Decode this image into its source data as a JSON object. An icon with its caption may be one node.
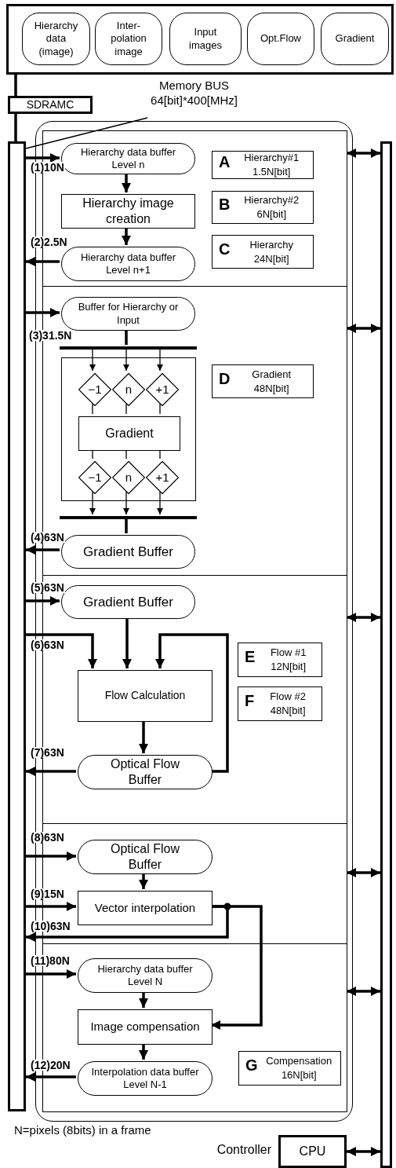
{
  "diagram": {
    "nodes": [
      {
        "text": [],
        "shape": "box"
      },
      {
        "text": [
          "Hierarchy data (image)"
        ],
        "in": 0
      },
      {
        "text": [
          "Inter-polation image"
        ],
        "in": 0
      },
      {
        "text": [
          "Input images"
        ],
        "in": 0
      },
      {
        "text": [
          "Opt.Flow"
        ],
        "in": 0
      },
      {
        "text": [
          "Gradient"
        ],
        "in": 0
      },
      {
        "text": [
          "SDRAMC"
        ]
      },
      {
        "text": [
          "Memory BUS",
          "64[bit]*400[MHz]"
        ]
      },
      {
        "text": [],
        "shape": "bar"
      },
      {
        "text": [],
        "shape": "box"
      },
      {
        "text": [],
        "shape": "box",
        "in": 9
      },
      {
        "text": [],
        "shape": "bar"
      },
      {
        "text": [
          "Hierarchy data buffer Level n"
        ],
        "in": 10
      },
      {
        "text": [
          "Hierarchy image creation"
        ],
        "in": 10
      },
      {
        "text": [
          "Hierarchy data buffer Level n+1"
        ],
        "in": 10
      },
      {
        "text": [
          "A",
          "Hierarchy#1 1.5N[bit]"
        ],
        "in": 10
      },
      {
        "text": [
          "B",
          "Hierarchy#2 6N[bit]"
        ],
        "in": 10
      },
      {
        "text": [
          "C",
          "Hierarchy 24N[bit]"
        ],
        "in": 10
      },
      {
        "text": [
          "Buffer for Hierarchy or Input"
        ],
        "in": 10
      },
      {
        "text": [],
        "shape": "bar",
        "in": 10
      },
      {
        "text": [],
        "shape": "box",
        "in": 10
      },
      {
        "text": [
          "−1"
        ],
        "in": 20
      },
      {
        "text": [
          "n"
        ],
        "in": 20
      },
      {
        "text": [
          "+1"
        ],
        "in": 20
      },
      {
        "text": [
          "Gradient"
        ],
        "in": 20
      },
      {
        "text": [
          "−1"
        ],
        "in": 20
      },
      {
        "text": [
          "n"
        ],
        "in": 20
      },
      {
        "text": [
          "+1"
        ],
        "in": 20
      },
      {
        "text": [],
        "shape": "bar",
        "in": 10
      },
      {
        "text": [
          "Gradient Buffer"
        ],
        "in": 10
      },
      {
        "text": [
          "D",
          "Gradient 48N[bit]"
        ],
        "in": 10
      },
      {
        "text": [
          "Gradient Buffer"
        ],
        "in": 10
      },
      {
        "text": [
          "Flow Calculation"
        ],
        "in": 10
      },
      {
        "text": [
          "E",
          "Flow #1 12N[bit]"
        ],
        "in": 10
      },
      {
        "text": [
          "F",
          "Flow #2 48N[bit]"
        ],
        "in": 10
      },
      {
        "text": [
          "Optical Flow Buffer"
        ],
        "in": 10
      },
      {
        "text": [
          "Optical Flow Buffer"
        ],
        "in": 10
      },
      {
        "text": [
          "Vector interpolation"
        ],
        "in": 10
      },
      {
        "text": [
          "Hierarchy data buffer Level N"
        ],
        "in": 10
      },
      {
        "text": [
          "Image compensation"
        ],
        "in": 10
      },
      {
        "text": [
          "Interpolation data buffer Level N-1"
        ],
        "in": 10
      },
      {
        "text": [
          "G",
          "Compensation 16N[bit]"
        ],
        "in": 10
      },
      {
        "text": [
          "CPU"
        ],
        "beside": [
          "Controller"
        ]
      }
    ],
    "edges": [
      {
        "from": 0,
        "to": 6,
        "arrow": "none"
      },
      {
        "from": 6,
        "to": 8,
        "arrow": "none"
      },
      {
        "from": 7,
        "to": 8,
        "arrow": "none"
      },
      {
        "from": 8,
        "to": 12,
        "arrow": "to",
        "label": "(1)10N"
      },
      {
        "from": 12,
        "to": 13,
        "arrow": "to"
      },
      {
        "from": 13,
        "to": 14,
        "arrow": "to"
      },
      {
        "from": 14,
        "to": 8,
        "arrow": "to",
        "label": "(2)2.5N"
      },
      {
        "from": 8,
        "to": 18,
        "arrow": "to",
        "label": "(3)31.5N"
      },
      {
        "from": 18,
        "to": 19,
        "arrow": "none"
      },
      {
        "from": 19,
        "to": 21,
        "arrow": "to"
      },
      {
        "from": 19,
        "to": 22,
        "arrow": "to"
      },
      {
        "from": 19,
        "to": 23,
        "arrow": "to"
      },
      {
        "from": 21,
        "to": 24,
        "arrow": "none"
      },
      {
        "from": 22,
        "to": 24,
        "arrow": "none"
      },
      {
        "from": 23,
        "to": 24,
        "arrow": "none"
      },
      {
        "from": 24,
        "to": 25,
        "arrow": "none"
      },
      {
        "from": 24,
        "to": 26,
        "arrow": "none"
      },
      {
        "from": 24,
        "to": 27,
        "arrow": "none"
      },
      {
        "from": 25,
        "to": 28,
        "arrow": "to"
      },
      {
        "from": 26,
        "to": 28,
        "arrow": "to"
      },
      {
        "from": 27,
        "to": 28,
        "arrow": "to"
      },
      {
        "from": 28,
        "to": 29,
        "arrow": "none"
      },
      {
        "from": 29,
        "to": 8,
        "arrow": "to",
        "label": "(4)63N"
      },
      {
        "from": 8,
        "to": 31,
        "arrow": "to",
        "label": "(5)63N"
      },
      {
        "from": 31,
        "to": 32,
        "arrow": "to"
      },
      {
        "from": 8,
        "to": 32,
        "arrow": "to",
        "label": "(6)63N"
      },
      {
        "from": 32,
        "to": 35,
        "arrow": "to"
      },
      {
        "from": 35,
        "to": 32,
        "arrow": "to"
      },
      {
        "from": 35,
        "to": 8,
        "arrow": "to",
        "label": "(7)63N"
      },
      {
        "from": 8,
        "to": 36,
        "arrow": "to",
        "label": "(8)63N"
      },
      {
        "from": 36,
        "to": 37,
        "arrow": "to"
      },
      {
        "from": 8,
        "to": 37,
        "arrow": "to",
        "label": "(9)15N"
      },
      {
        "from": 37,
        "to": 8,
        "arrow": "to",
        "label": "(10)63N"
      },
      {
        "from": 37,
        "to": 39,
        "arrow": "to"
      },
      {
        "from": 8,
        "to": 38,
        "arrow": "to",
        "label": "(11)80N"
      },
      {
        "from": 38,
        "to": 39,
        "arrow": "to"
      },
      {
        "from": 39,
        "to": 40,
        "arrow": "to"
      },
      {
        "from": 40,
        "to": 8,
        "arrow": "to",
        "label": "(12)20N"
      },
      {
        "from": 10,
        "to": 11,
        "arrow": "both"
      },
      {
        "from": 10,
        "to": 11,
        "arrow": "both"
      },
      {
        "from": 10,
        "to": 11,
        "arrow": "both"
      },
      {
        "from": 10,
        "to": 11,
        "arrow": "both"
      },
      {
        "from": 10,
        "to": 11,
        "arrow": "both"
      },
      {
        "from": 42,
        "to": 11,
        "arrow": "both"
      }
    ],
    "labels": [
      "N=pixels (8bits) in a frame"
    ]
  }
}
